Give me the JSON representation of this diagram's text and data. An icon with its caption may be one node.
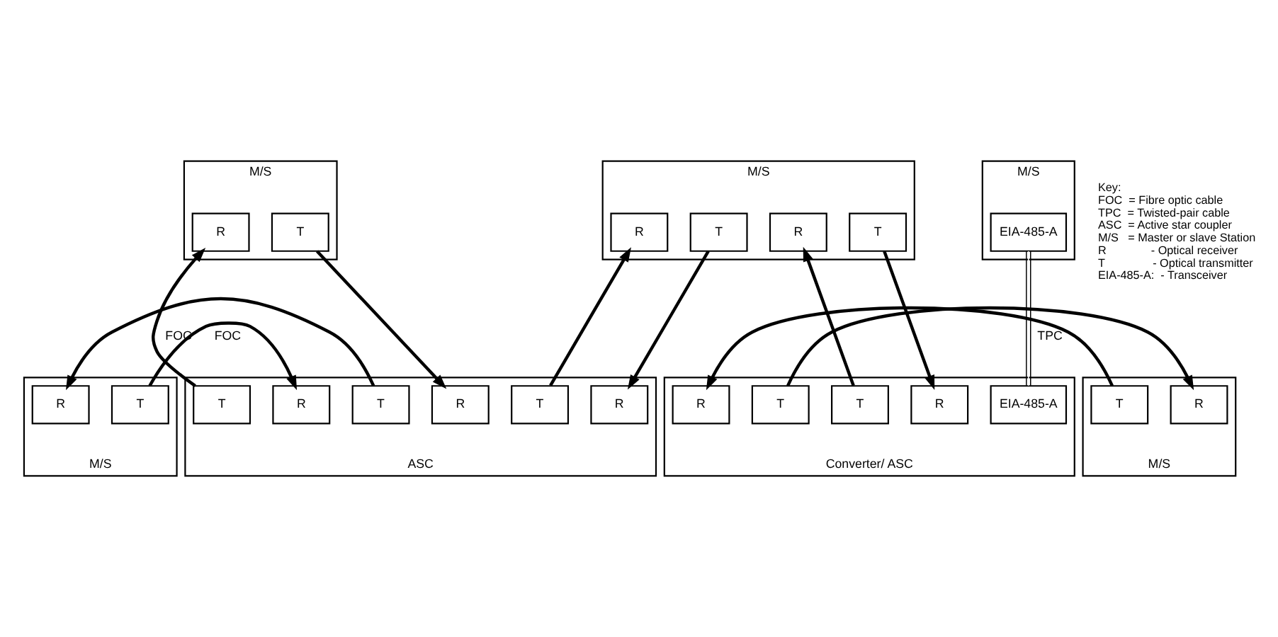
{
  "diagram": {
    "nodes": [
      {
        "text": [
          "M/S"
        ]
      },
      {
        "text": [
          "T"
        ],
        "in": 0
      },
      {
        "text": [
          "R"
        ],
        "in": 0
      },
      {
        "text": [
          "M/S"
        ]
      },
      {
        "text": [
          "R"
        ],
        "in": 3
      },
      {
        "text": [
          "T"
        ],
        "in": 3
      },
      {
        "text": [
          "M/S"
        ]
      },
      {
        "text": [
          "R"
        ],
        "in": 6
      },
      {
        "text": [
          "T"
        ],
        "in": 6
      },
      {
        "text": [
          "R"
        ],
        "in": 6
      },
      {
        "text": [
          "T"
        ],
        "in": 6
      },
      {
        "text": [
          "M/S"
        ]
      },
      {
        "text": [
          "EIA-485-A"
        ],
        "in": 11
      },
      {
        "text": [
          "ASC"
        ]
      },
      {
        "text": [
          "T"
        ],
        "in": 13
      },
      {
        "text": [
          "R"
        ],
        "in": 13
      },
      {
        "text": [
          "R"
        ],
        "in": 13
      },
      {
        "text": [
          "T"
        ],
        "in": 13
      },
      {
        "text": [
          "T"
        ],
        "in": 13
      },
      {
        "text": [
          "R"
        ],
        "in": 13
      },
      {
        "text": [
          "Converter/ ASC"
        ]
      },
      {
        "text": [
          "EIA-485-A"
        ],
        "in": 20
      },
      {
        "text": [
          "R"
        ],
        "in": 20
      },
      {
        "text": [
          "T"
        ],
        "in": 20
      },
      {
        "text": [
          "T"
        ],
        "in": 20
      },
      {
        "text": [
          "R"
        ],
        "in": 20
      },
      {
        "text": [
          "M/S"
        ]
      },
      {
        "text": [
          "R"
        ],
        "in": 26
      },
      {
        "text": [
          "T"
        ],
        "in": 26
      }
    ],
    "edges": [
      {
        "from": 1,
        "to": 16,
        "arrow": "to",
        "label": "FOC"
      },
      {
        "from": 17,
        "to": 2,
        "arrow": "to"
      },
      {
        "from": 14,
        "to": 4,
        "arrow": "to",
        "label": "FOC"
      },
      {
        "from": 5,
        "to": 15,
        "arrow": "to"
      },
      {
        "from": 18,
        "to": 7,
        "arrow": "to"
      },
      {
        "from": 8,
        "to": 19,
        "arrow": "to"
      },
      {
        "from": 10,
        "to": 22,
        "arrow": "to"
      },
      {
        "from": 23,
        "to": 9,
        "arrow": "to"
      },
      {
        "from": 21,
        "to": 12,
        "arrow": "none",
        "label": "TPC"
      },
      {
        "from": 24,
        "to": 27,
        "arrow": "to"
      },
      {
        "from": 28,
        "to": 25,
        "arrow": "to"
      }
    ],
    "labels": [
      "Key:",
      "FOC  = Fibre optic cable",
      "TPC  = Twisted-pair cable",
      "ASC  = Active star coupler",
      "M/S   = Master or slave Station",
      "R              - Optical receiver",
      "T               - Optical transmitter",
      "EIA-485-A:  - Transceiver"
    ]
  }
}
